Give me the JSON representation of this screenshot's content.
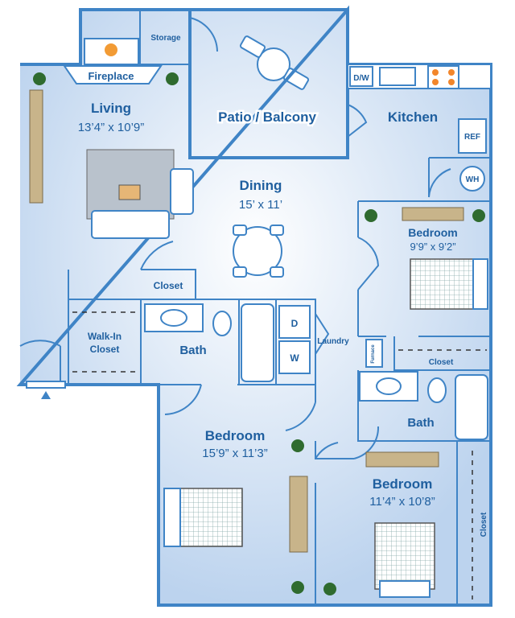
{
  "rooms": {
    "living": {
      "name": "Living",
      "dims": "13’4” x 10’9”"
    },
    "patio": {
      "name": "Patio / Balcony"
    },
    "kitchen": {
      "name": "Kitchen"
    },
    "dining": {
      "name": "Dining",
      "dims": "15’ x 11’"
    },
    "bedroom_ne": {
      "name": "Bedroom",
      "dims": "9’9” x 9’2”"
    },
    "walk_in_closet": {
      "name": "Walk-In Closet",
      "line1": "Walk-In",
      "line2": "Closet"
    },
    "bath_center": {
      "name": "Bath"
    },
    "bath_east": {
      "name": "Bath"
    },
    "bedroom_sw": {
      "name": "Bedroom",
      "dims": "15’9” x 11’3”"
    },
    "bedroom_se": {
      "name": "Bedroom",
      "dims": "11’4” x 10’8”"
    }
  },
  "small_labels": {
    "storage": "Storage",
    "fireplace": "Fireplace",
    "closet_center": "Closet",
    "closet_east": "Closet",
    "closet_right": "Closet",
    "laundry": "Laundry",
    "dryer": "D",
    "washer": "W",
    "dishwasher": "D/W",
    "refrigerator": "REF",
    "water_heater": "WH",
    "furnace": "Furnace"
  },
  "colors": {
    "wall": "#3f84c6",
    "floor": "#cfe0f3",
    "text": "#1f5f9f"
  }
}
